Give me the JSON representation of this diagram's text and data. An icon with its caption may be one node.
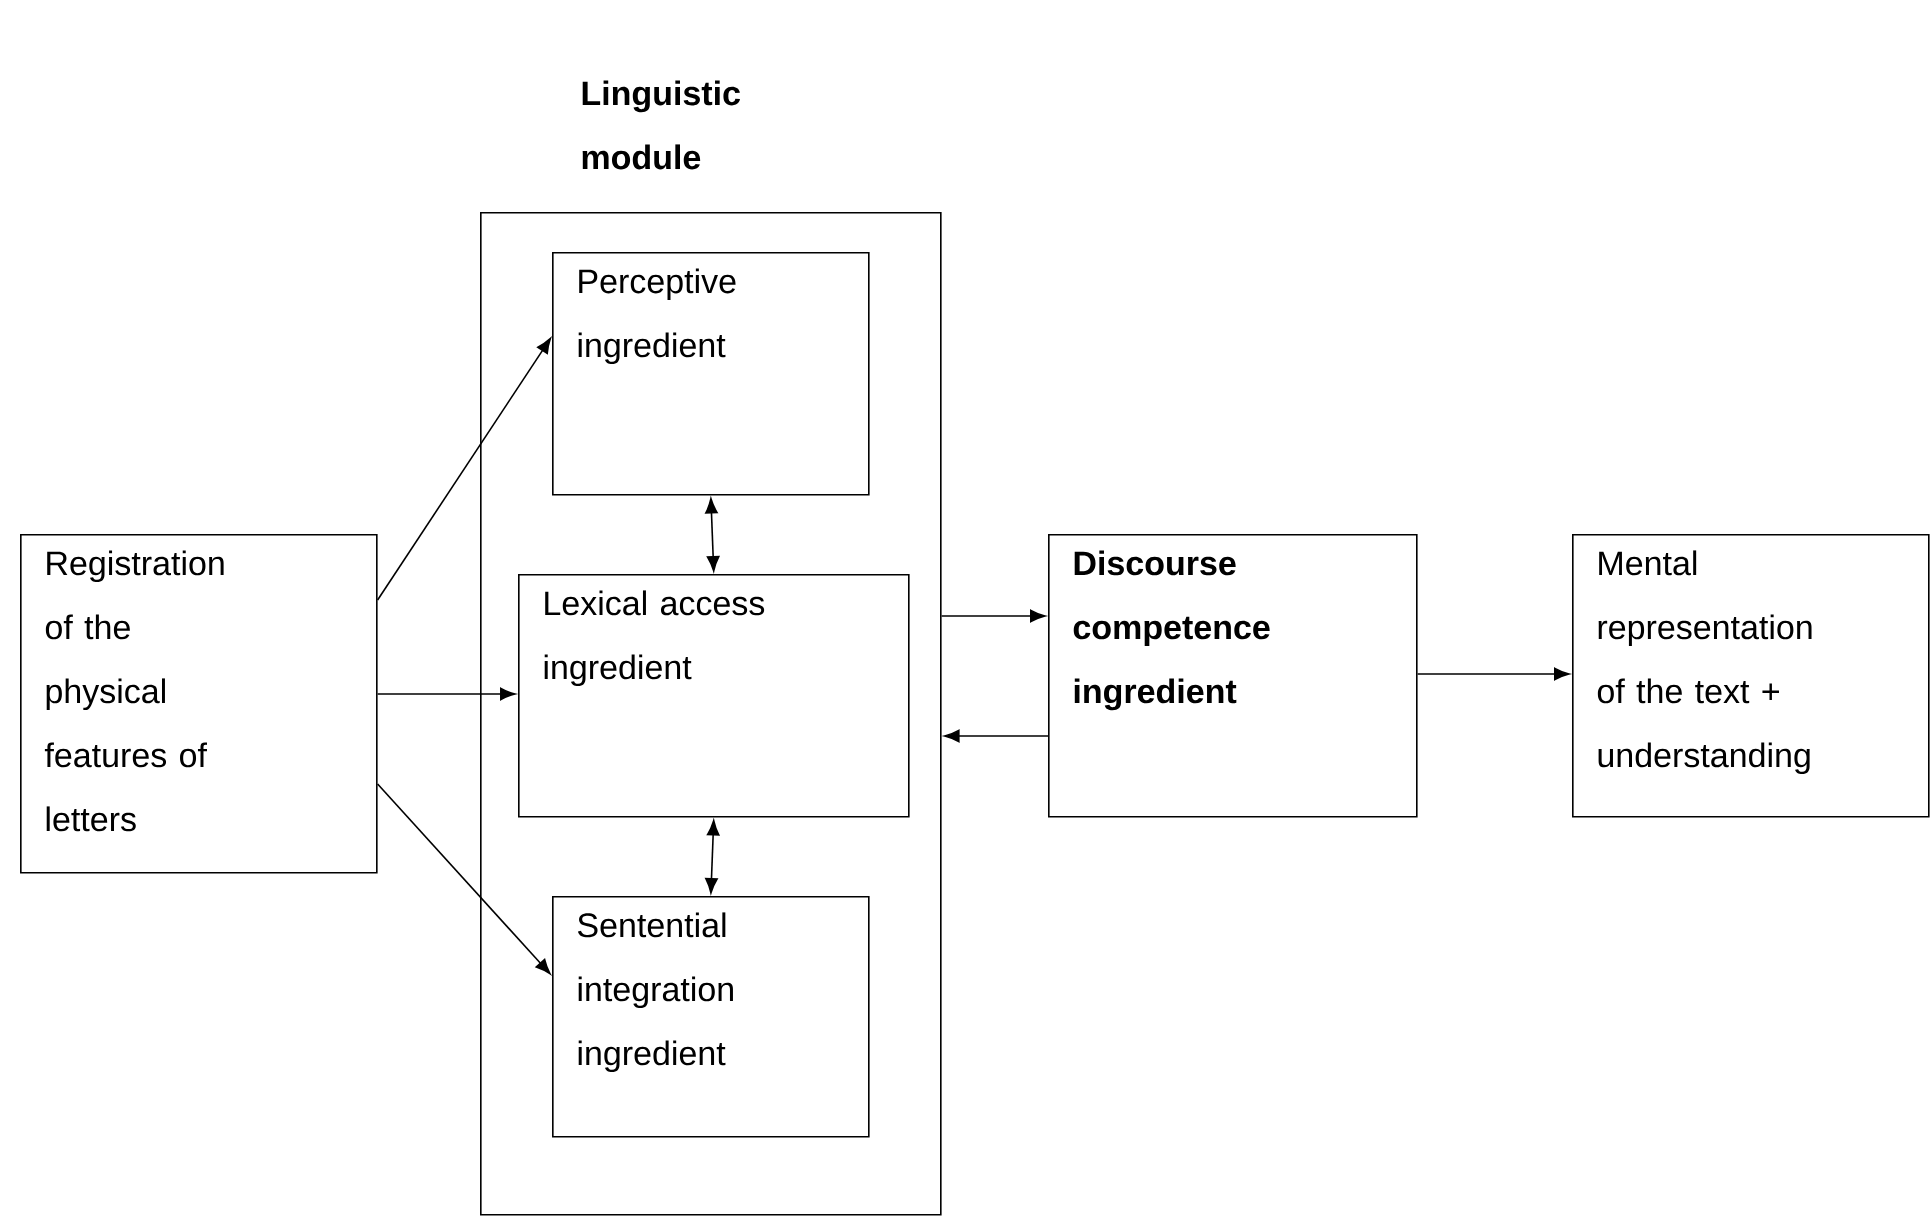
{
  "diagram": {
    "nodes": [
      {
        "text": [
          "Linguistic module"
        ]
      },
      {
        "text": [
          "Perceptive ingredient"
        ],
        "in": 0
      },
      {
        "text": [
          "Lexical access ingredient"
        ],
        "in": 0
      },
      {
        "text": [
          "Sentential integration ingredient"
        ],
        "in": 0
      },
      {
        "text": [
          "Registration of the physical features of letters"
        ]
      },
      {
        "text": [
          "Discourse competence ingredient"
        ]
      },
      {
        "text": [
          "Mental representation of the text + understanding"
        ]
      }
    ],
    "edges": [
      {
        "from": 4,
        "to": 1,
        "arrow": "to"
      },
      {
        "from": 4,
        "to": 2,
        "arrow": "to"
      },
      {
        "from": 4,
        "to": 3,
        "arrow": "to"
      },
      {
        "from": 1,
        "to": 2,
        "arrow": "both"
      },
      {
        "from": 2,
        "to": 3,
        "arrow": "both"
      },
      {
        "from": 0,
        "to": 5,
        "arrow": "to"
      },
      {
        "from": 5,
        "to": 0,
        "arrow": "to"
      },
      {
        "from": 5,
        "to": 6,
        "arrow": "to"
      }
    ]
  }
}
